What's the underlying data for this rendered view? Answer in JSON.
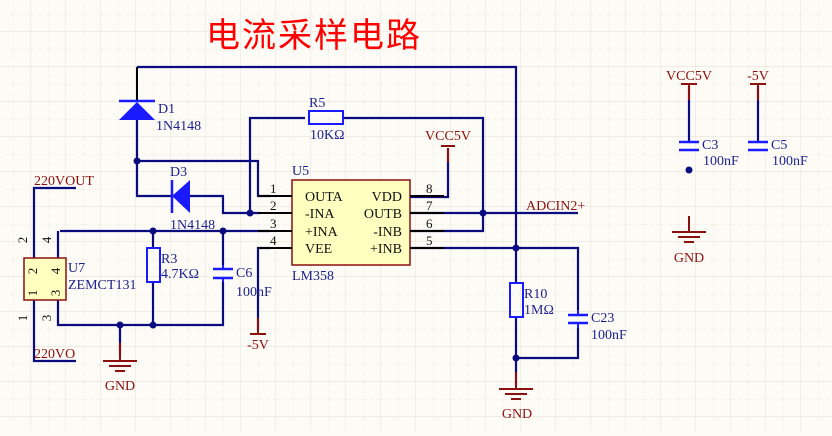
{
  "title": "电流采样电路",
  "colors": {
    "wire": "#0b0b80",
    "component": "#1a1aff",
    "pin": "#000000",
    "power": "#8b1010",
    "ic_fill": "#ffffc0",
    "ic_border": "#8b1010",
    "title": "#ff0000"
  },
  "components": {
    "d1": {
      "ref": "D1",
      "value": "1N4148"
    },
    "d3": {
      "ref": "D3",
      "value": "1N4148"
    },
    "r5": {
      "ref": "R5",
      "value": "10KΩ"
    },
    "r3": {
      "ref": "R3",
      "value": "4.7KΩ"
    },
    "c6": {
      "ref": "C6",
      "value": "100nF"
    },
    "r10": {
      "ref": "R10",
      "value": "1MΩ"
    },
    "c23": {
      "ref": "C23",
      "value": "100nF"
    },
    "c3": {
      "ref": "C3",
      "value": "100nF"
    },
    "c5": {
      "ref": "C5",
      "value": "100nF"
    },
    "u7": {
      "ref": "U7",
      "value": "ZEMCT131",
      "pins": [
        "2",
        "4",
        "1",
        "3"
      ],
      "outer_pins": [
        "2",
        "4",
        "1",
        "3"
      ]
    },
    "u5": {
      "ref": "U5",
      "value": "LM358",
      "left_pins": [
        {
          "num": "1",
          "name": "OUTA"
        },
        {
          "num": "2",
          "name": "-INA"
        },
        {
          "num": "3",
          "name": "+INA"
        },
        {
          "num": "4",
          "name": "VEE"
        }
      ],
      "right_pins": [
        {
          "num": "8",
          "name": "VDD"
        },
        {
          "num": "7",
          "name": "OUTB"
        },
        {
          "num": "6",
          "name": "-INB"
        },
        {
          "num": "5",
          "name": "+INB"
        }
      ]
    }
  },
  "nets": {
    "vcc_u5": "VCC5V",
    "vee_u5": "-5V",
    "adc": "ADCIN2+",
    "in_top": "220VOUT",
    "in_bot": "220VO",
    "gnd1": "GND",
    "gnd2": "GND",
    "gnd3": "GND",
    "vcc_dec": "VCC5V",
    "neg_dec": "-5V"
  }
}
